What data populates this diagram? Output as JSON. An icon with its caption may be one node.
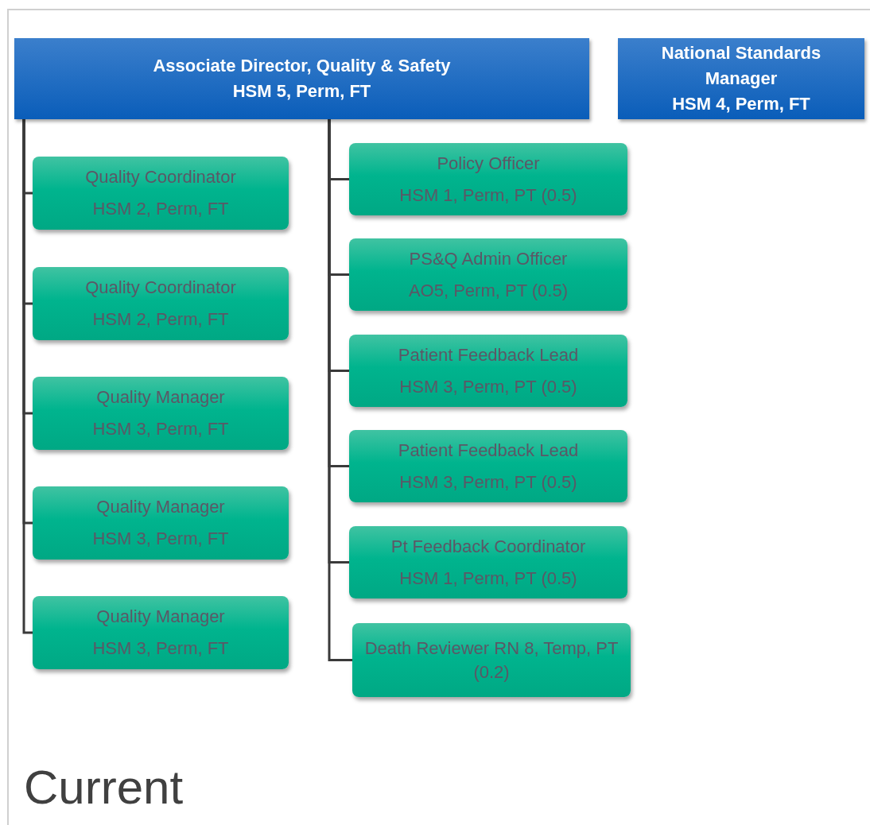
{
  "diagram": {
    "nodes": [
      {
        "text": [
          "Associate Director, Quality & Safety",
          "HSM 5, Perm, FT"
        ]
      },
      {
        "text": [
          "National Standards Manager",
          "HSM 4, Perm, FT"
        ]
      },
      {
        "text": [
          "Quality Coordinator",
          "HSM 2, Perm, FT"
        ]
      },
      {
        "text": [
          "Quality Coordinator",
          "HSM 2, Perm, FT"
        ]
      },
      {
        "text": [
          "Quality Manager",
          "HSM 3, Perm, FT"
        ]
      },
      {
        "text": [
          "Quality Manager",
          "HSM 3, Perm, FT"
        ]
      },
      {
        "text": [
          "Quality Manager",
          "HSM 3, Perm, FT"
        ]
      },
      {
        "text": [
          "Policy Officer",
          "HSM 1, Perm, PT (0.5)"
        ]
      },
      {
        "text": [
          "PS&Q Admin Officer",
          "AO5, Perm, PT (0.5)"
        ]
      },
      {
        "text": [
          "Patient Feedback Lead",
          "HSM 3, Perm, PT (0.5)"
        ]
      },
      {
        "text": [
          "Patient Feedback Lead",
          "HSM 3, Perm, PT (0.5)"
        ]
      },
      {
        "text": [
          "Pt Feedback Coordinator",
          "HSM 1, Perm, PT (0.5)"
        ]
      },
      {
        "text": [
          "Death Reviewer RN 8, Temp, PT (0.2)"
        ]
      }
    ],
    "edges": [
      {
        "from": 0,
        "to": 2,
        "arrow": "none"
      },
      {
        "from": 0,
        "to": 3,
        "arrow": "none"
      },
      {
        "from": 0,
        "to": 4,
        "arrow": "none"
      },
      {
        "from": 0,
        "to": 5,
        "arrow": "none"
      },
      {
        "from": 0,
        "to": 6,
        "arrow": "none"
      },
      {
        "from": 0,
        "to": 7,
        "arrow": "none"
      },
      {
        "from": 0,
        "to": 8,
        "arrow": "none"
      },
      {
        "from": 0,
        "to": 9,
        "arrow": "none"
      },
      {
        "from": 0,
        "to": 10,
        "arrow": "none"
      },
      {
        "from": 0,
        "to": 11,
        "arrow": "none"
      },
      {
        "from": 0,
        "to": 12,
        "arrow": "none"
      }
    ],
    "labels": [
      "Current"
    ]
  }
}
